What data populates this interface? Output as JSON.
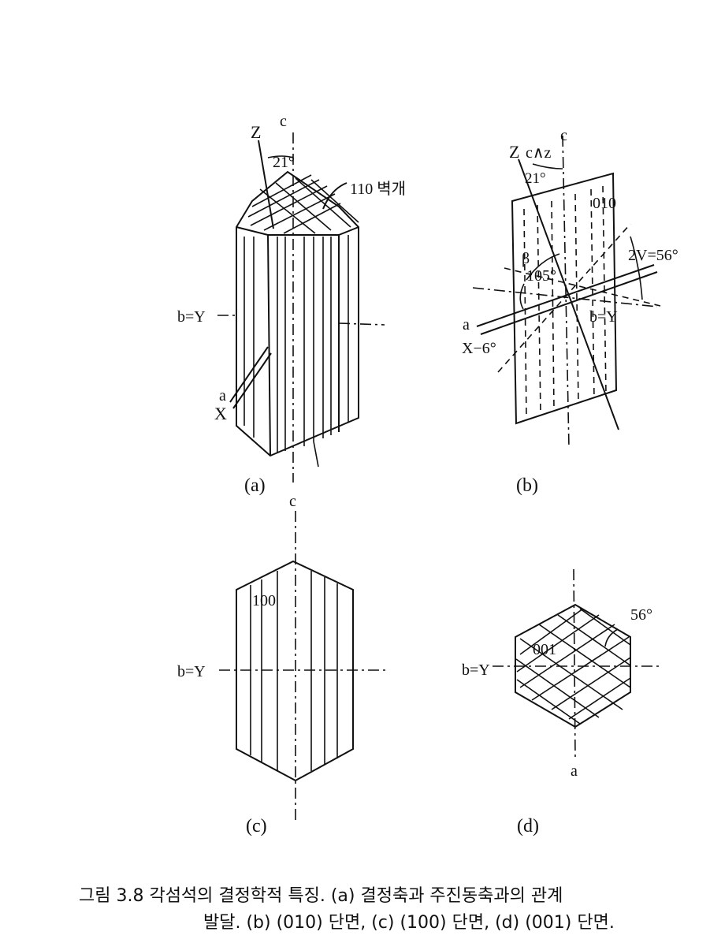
{
  "panels": {
    "a": {
      "label": "(a)",
      "axis_c": "c",
      "axis_z": "Z",
      "angle": "21°",
      "cleavage": "110 벽개",
      "axis_b": "b=Y",
      "axis_a": "a",
      "axis_x": "X"
    },
    "b": {
      "label": "(b)",
      "axis_c": "c",
      "axis_z": "Z",
      "c_z": "c∧z",
      "angle": "21°",
      "face": "010",
      "beta": "β",
      "beta_angle": "105°",
      "two_v": "2V=56°",
      "axis_a": "a",
      "axis_b": "b=Y",
      "x_angle": "X−6°"
    },
    "c": {
      "label": "(c)",
      "axis_c": "c",
      "face": "100",
      "axis_b": "b=Y"
    },
    "d": {
      "label": "(d)",
      "angle": "56°",
      "face": "001",
      "axis_b": "b=Y",
      "axis_a": "a"
    }
  },
  "caption": {
    "line1": "그림 3.8  각섬석의 결정학적 특징. (a) 결정축과 주진동축과의 관계",
    "line2": "발달. (b) (010) 단면, (c) (100) 단면, (d) (001) 단면."
  }
}
